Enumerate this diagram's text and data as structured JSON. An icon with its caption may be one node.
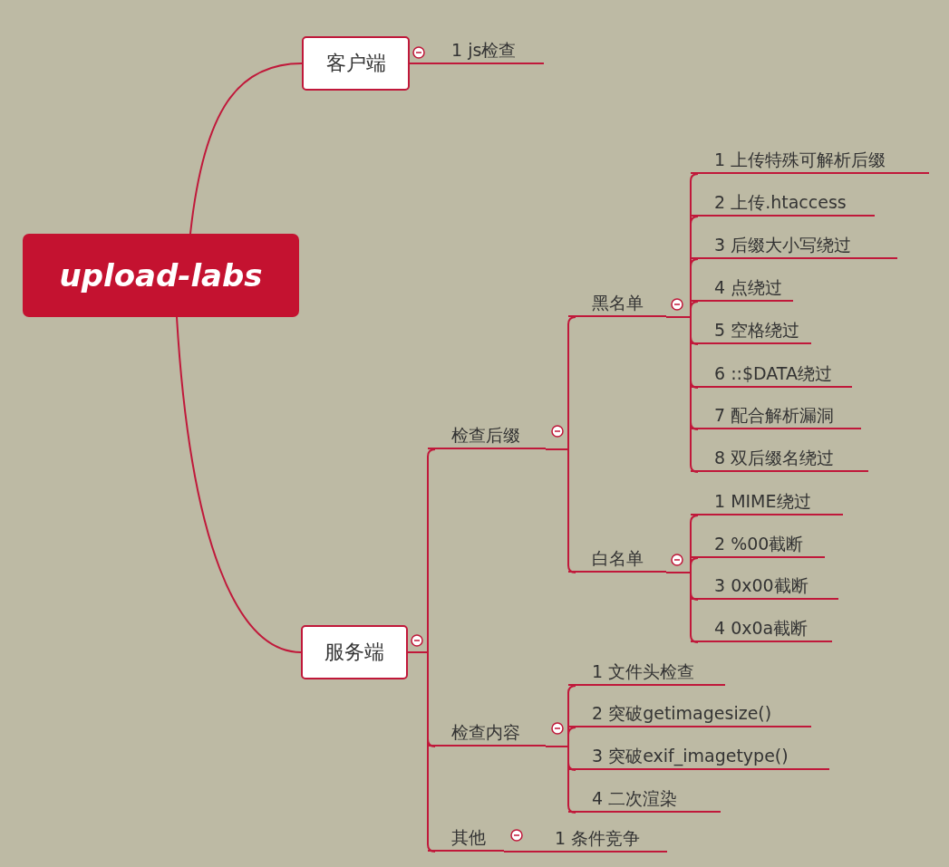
{
  "diagram": {
    "nodes": [
      {
        "text": [
          "upload-labs"
        ]
      },
      {
        "text": [
          "客户端"
        ]
      },
      {
        "text": [
          "1 js检查"
        ]
      },
      {
        "text": [
          "服务端"
        ]
      },
      {
        "text": [
          "检查后缀"
        ]
      },
      {
        "text": [
          "黑名单"
        ]
      },
      {
        "text": [
          "1 上传特殊可解析后缀"
        ]
      },
      {
        "text": [
          "2 上传.htaccess"
        ]
      },
      {
        "text": [
          "3 后缀大小写绕过"
        ]
      },
      {
        "text": [
          "4 点绕过"
        ]
      },
      {
        "text": [
          "5 空格绕过"
        ]
      },
      {
        "text": [
          "6 ::$DATA绕过"
        ]
      },
      {
        "text": [
          "7 配合解析漏洞"
        ]
      },
      {
        "text": [
          "8 双后缀名绕过"
        ]
      },
      {
        "text": [
          "白名单"
        ]
      },
      {
        "text": [
          "1 MIME绕过"
        ]
      },
      {
        "text": [
          "2 %00截断"
        ]
      },
      {
        "text": [
          "3 0x00截断"
        ]
      },
      {
        "text": [
          "4 0x0a截断"
        ]
      },
      {
        "text": [
          "检查内容"
        ]
      },
      {
        "text": [
          "1 文件头检查"
        ]
      },
      {
        "text": [
          "2 突破getimagesize()"
        ]
      },
      {
        "text": [
          "3 突破exif_imagetype()"
        ]
      },
      {
        "text": [
          "4 二次渲染"
        ]
      },
      {
        "text": [
          "其他"
        ]
      },
      {
        "text": [
          "1 条件竞争"
        ]
      }
    ],
    "edges": [
      {
        "from": 0,
        "to": 1,
        "arrow": "none"
      },
      {
        "from": 1,
        "to": 2,
        "arrow": "none"
      },
      {
        "from": 0,
        "to": 3,
        "arrow": "none"
      },
      {
        "from": 3,
        "to": 4,
        "arrow": "none"
      },
      {
        "from": 4,
        "to": 5,
        "arrow": "none"
      },
      {
        "from": 5,
        "to": 6,
        "arrow": "none"
      },
      {
        "from": 5,
        "to": 7,
        "arrow": "none"
      },
      {
        "from": 5,
        "to": 8,
        "arrow": "none"
      },
      {
        "from": 5,
        "to": 9,
        "arrow": "none"
      },
      {
        "from": 5,
        "to": 10,
        "arrow": "none"
      },
      {
        "from": 5,
        "to": 11,
        "arrow": "none"
      },
      {
        "from": 5,
        "to": 12,
        "arrow": "none"
      },
      {
        "from": 5,
        "to": 13,
        "arrow": "none"
      },
      {
        "from": 4,
        "to": 14,
        "arrow": "none"
      },
      {
        "from": 14,
        "to": 15,
        "arrow": "none"
      },
      {
        "from": 14,
        "to": 16,
        "arrow": "none"
      },
      {
        "from": 14,
        "to": 17,
        "arrow": "none"
      },
      {
        "from": 14,
        "to": 18,
        "arrow": "none"
      },
      {
        "from": 3,
        "to": 19,
        "arrow": "none"
      },
      {
        "from": 19,
        "to": 20,
        "arrow": "none"
      },
      {
        "from": 19,
        "to": 21,
        "arrow": "none"
      },
      {
        "from": 19,
        "to": 22,
        "arrow": "none"
      },
      {
        "from": 19,
        "to": 23,
        "arrow": "none"
      },
      {
        "from": 3,
        "to": 24,
        "arrow": "none"
      },
      {
        "from": 24,
        "to": 25,
        "arrow": "none"
      }
    ]
  }
}
